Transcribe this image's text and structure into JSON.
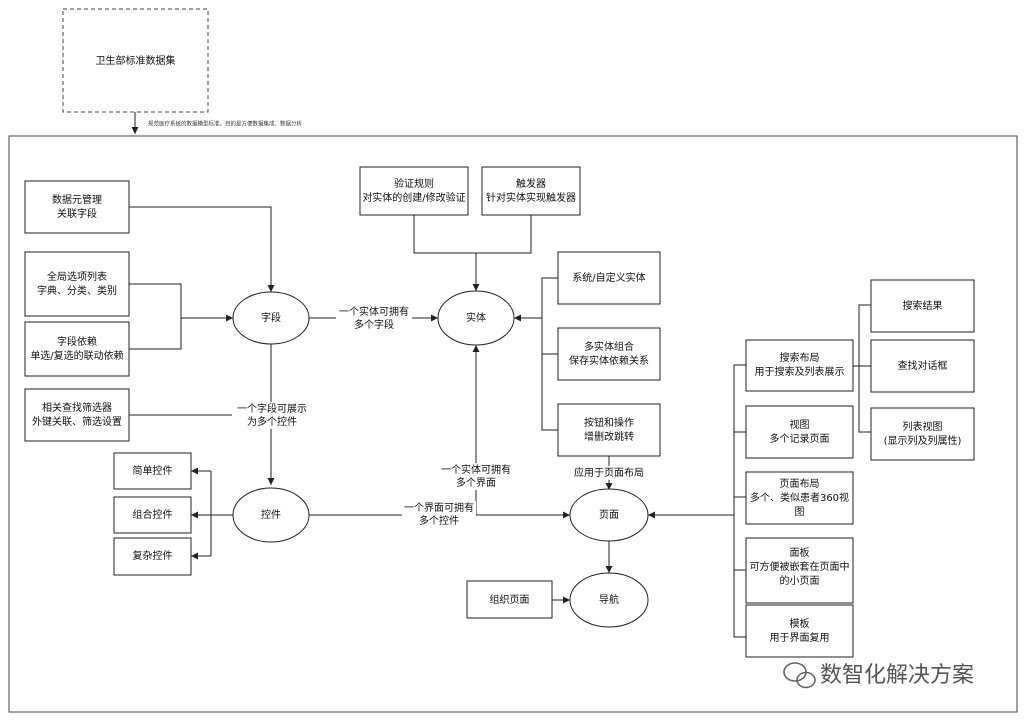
{
  "top_box": {
    "label": "卫生部标准数据集"
  },
  "top_note": "规范医疗系统的数据模型标准，目的是方便数据集成、数据分析",
  "nodes": {
    "data_element": [
      "数据元管理",
      "关联字段"
    ],
    "global_options": [
      "全局选项列表",
      "字典、分类、类别"
    ],
    "field_dependency": [
      "字段依赖",
      "单选/复选的联动依赖"
    ],
    "related_filter": [
      "相关查找筛选器",
      "外键关联、筛选设置"
    ],
    "field": "字段",
    "entity": "实体",
    "control": "控件",
    "page": "页面",
    "navigation": "导航",
    "validation": [
      "验证规则",
      "对实体的创建/修改验证"
    ],
    "trigger": [
      "触发器",
      "针对实体实现触发器"
    ],
    "system_entity": "系统/自定义实体",
    "multi_entity": [
      "多实体组合",
      "保存实体依赖关系"
    ],
    "buttons": [
      "按钮和操作",
      "增删改跳转"
    ],
    "simple_control": "简单控件",
    "combo_control": "组合控件",
    "complex_control": "复杂控件",
    "organize_page": "组织页面",
    "search_layout": [
      "搜索布局",
      "用于搜索及列表展示"
    ],
    "view": [
      "视图",
      "多个记录页面"
    ],
    "page_layout": [
      "页面布局",
      "多个、类似患者360视",
      "图"
    ],
    "panel": [
      "面板",
      "可方便被嵌套在页面中",
      "的小页面"
    ],
    "template": [
      "模板",
      "用于界面复用"
    ],
    "search_result": "搜索结果",
    "find_dialog": "查找对话框",
    "list_view": [
      "列表视图",
      "(显示列及列属性)"
    ]
  },
  "edge_labels": {
    "entity_has_fields": [
      "一个实体可拥有",
      "多个字段"
    ],
    "field_shows_controls": [
      "一个字段可展示",
      "为多个控件"
    ],
    "entity_has_pages": [
      "一个实体可拥有",
      "多个界面"
    ],
    "page_has_controls": [
      "一个界面可拥有",
      "多个控件"
    ],
    "applied_layout": "应用于页面布局"
  },
  "watermark": "数智化解决方案"
}
